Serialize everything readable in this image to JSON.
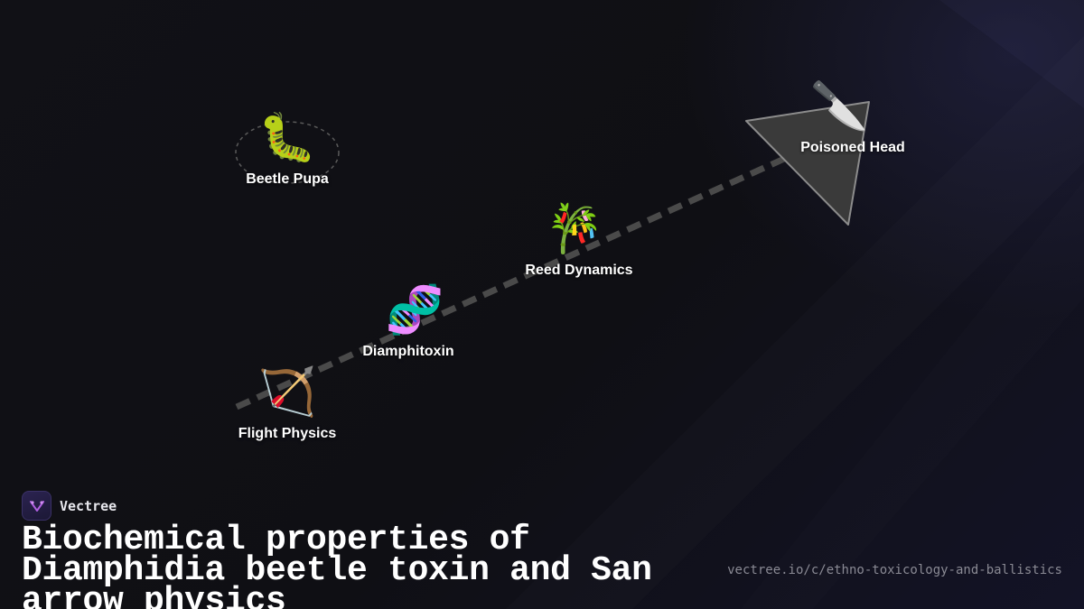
{
  "brand": {
    "name": "Vectree",
    "logo_icon": "vectree-logo-icon",
    "accent_color": "#b060e0"
  },
  "title": "Biochemical properties of Diamphidia beetle toxin and San arrow physics",
  "url": "vectree.io/c/ethno-toxicology-and-ballistics",
  "nodes": [
    {
      "label": "Beetle Pupa",
      "icon": "🐛",
      "icon_name": "caterpillar-icon",
      "highlighted": true
    },
    {
      "label": "Poisoned Head",
      "icon": "🔪",
      "icon_name": "knife-icon"
    },
    {
      "label": "Reed Dynamics",
      "icon": "🎋",
      "icon_name": "bamboo-icon"
    },
    {
      "label": "Diamphitoxin",
      "icon": "🧬",
      "icon_name": "dna-icon"
    },
    {
      "label": "Flight Physics",
      "icon": "🏹",
      "icon_name": "bow-and-arrow-icon"
    }
  ],
  "colors": {
    "background": "#0e0e13",
    "arrow_shaft": "#4a4a4a",
    "arrow_head": "#3a3a3a",
    "text": "#ffffff",
    "url_text": "#8a8a94"
  }
}
